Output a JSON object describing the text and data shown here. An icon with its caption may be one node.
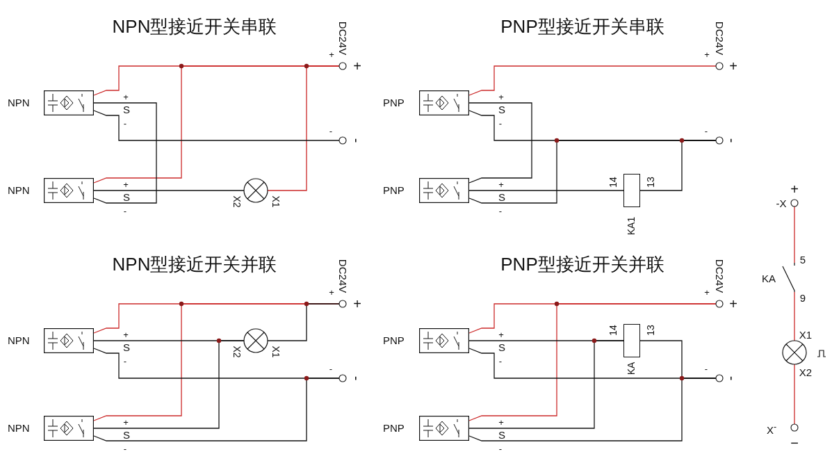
{
  "diagram": {
    "nodes": [
      {
        "text": [
          "NPN"
        ]
      },
      {
        "text": [
          "NPN"
        ]
      },
      {
        "text": [],
        "shape": "lamp"
      },
      {
        "text": [],
        "shape": "circle"
      },
      {
        "text": [],
        "shape": "circle"
      },
      {
        "text": [
          "PNP"
        ]
      },
      {
        "text": [
          "PNP"
        ]
      },
      {
        "text": [],
        "shape": "box"
      },
      {
        "text": [],
        "shape": "circle"
      },
      {
        "text": [],
        "shape": "circle"
      },
      {
        "text": [
          "NPN"
        ]
      },
      {
        "text": [
          "NPN"
        ]
      },
      {
        "text": [],
        "shape": "lamp"
      },
      {
        "text": [],
        "shape": "circle"
      },
      {
        "text": [],
        "shape": "circle"
      },
      {
        "text": [
          "PNP"
        ]
      },
      {
        "text": [
          "PNP"
        ]
      },
      {
        "text": [],
        "shape": "box"
      },
      {
        "text": [],
        "shape": "circle"
      },
      {
        "text": [],
        "shape": "circle"
      },
      {
        "text": [],
        "shape": "circle"
      },
      {
        "text": [],
        "shape": "switch"
      },
      {
        "text": [],
        "shape": "lamp"
      },
      {
        "text": [],
        "shape": "circle"
      }
    ],
    "edges": [
      {
        "from": 0,
        "to": 3,
        "arrow": "none",
        "color": "#cc2a2a"
      },
      {
        "from": 1,
        "to": 3,
        "arrow": "none",
        "color": "#cc2a2a"
      },
      {
        "from": 2,
        "to": 3,
        "arrow": "none",
        "color": "#cc2a2a"
      },
      {
        "from": 0,
        "to": 1,
        "arrow": "none"
      },
      {
        "from": 0,
        "to": 4,
        "arrow": "none"
      },
      {
        "from": 1,
        "to": 2,
        "arrow": "none"
      },
      {
        "from": 5,
        "to": 8,
        "arrow": "none",
        "color": "#cc2a2a"
      },
      {
        "from": 5,
        "to": 6,
        "arrow": "none"
      },
      {
        "from": 6,
        "to": 7,
        "arrow": "none"
      },
      {
        "from": 7,
        "to": 9,
        "arrow": "none"
      },
      {
        "from": 6,
        "to": 9,
        "arrow": "none"
      },
      {
        "from": 5,
        "to": 9,
        "arrow": "none"
      },
      {
        "from": 10,
        "to": 13,
        "arrow": "none",
        "color": "#cc2a2a"
      },
      {
        "from": 11,
        "to": 13,
        "arrow": "none",
        "color": "#cc2a2a"
      },
      {
        "from": 12,
        "to": 13,
        "arrow": "none"
      },
      {
        "from": 10,
        "to": 12,
        "arrow": "none"
      },
      {
        "from": 11,
        "to": 12,
        "arrow": "none"
      },
      {
        "from": 10,
        "to": 14,
        "arrow": "none"
      },
      {
        "from": 11,
        "to": 14,
        "arrow": "none"
      },
      {
        "from": 15,
        "to": 18,
        "arrow": "none",
        "color": "#cc2a2a"
      },
      {
        "from": 16,
        "to": 18,
        "arrow": "none",
        "color": "#cc2a2a"
      },
      {
        "from": 15,
        "to": 17,
        "arrow": "none"
      },
      {
        "from": 16,
        "to": 17,
        "arrow": "none"
      },
      {
        "from": 17,
        "to": 19,
        "arrow": "none"
      },
      {
        "from": 15,
        "to": 19,
        "arrow": "none"
      },
      {
        "from": 16,
        "to": 19,
        "arrow": "none"
      },
      {
        "from": 20,
        "to": 21,
        "arrow": "none",
        "color": "#cc2a2a"
      },
      {
        "from": 21,
        "to": 22,
        "arrow": "none",
        "color": "#cc2a2a"
      },
      {
        "from": 22,
        "to": 23,
        "arrow": "none",
        "color": "#cc2a2a"
      }
    ],
    "labels": [
      "NPN型接近开关串联",
      "DC24V",
      "+",
      "+",
      "+",
      "S",
      "-",
      "-",
      "-",
      "+",
      "S",
      "-",
      "X2",
      "X1",
      "PNP型接近开关串联",
      "DC24V",
      "+",
      "+",
      "+",
      "S",
      "-",
      "-",
      "-",
      "+",
      "S",
      "-",
      "14",
      "13",
      "KA1",
      "NPN型接近开关并联",
      "DC24V",
      "+",
      "+",
      "+",
      "S",
      "-",
      "X2",
      "X1",
      "-",
      "-",
      "+",
      "S",
      "-",
      "PNP型接近开关并联",
      "DC24V",
      "+",
      "+",
      "14",
      "13",
      "+",
      "S",
      "-",
      "KA",
      "-",
      "-",
      "+",
      "S",
      "-",
      "+",
      "-X",
      "5",
      "KA",
      "9",
      "X1",
      "X2",
      "X$^{-}$",
      "−"
    ]
  }
}
